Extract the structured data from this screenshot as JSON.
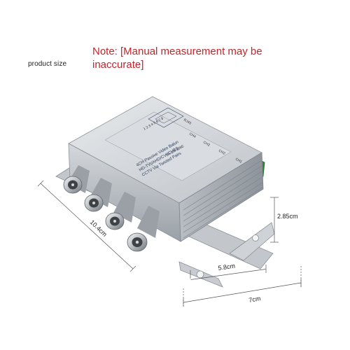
{
  "caption": {
    "product_size": "product size",
    "note": "Note: [Manual measurement may be inaccurate]"
  },
  "dimensions": {
    "length": "10.4cm",
    "height": "2.85cm",
    "width_inner": "5.8cm",
    "width_outer": "7cm"
  },
  "device": {
    "title": "4CH Passive Video Balun",
    "line2": "HD-TVI/AHD/CVI/CVBS",
    "line3": "CCTV Via Twisted Pairs",
    "model": "TH-CH-308E",
    "channels": [
      "CH1",
      "CH2",
      "CH3",
      "CH4"
    ],
    "pinout_title": "RJ45",
    "pins": "1 2 3 4 5 6 7 8"
  },
  "colors": {
    "note": "#c0262b",
    "terminal": "#3d9a3a",
    "body": "#c9cdd2"
  }
}
